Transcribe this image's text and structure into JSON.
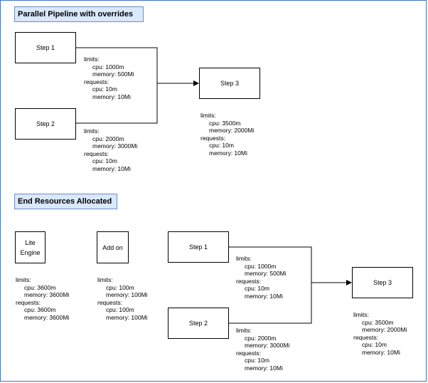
{
  "section1": {
    "title": "Parallel Pipeline with  overrides",
    "step1": "Step 1",
    "step2": "Step 2",
    "step3": "Step 3",
    "res_step1": {
      "limits": "limits:",
      "cpu": "cpu: 1000m",
      "memory": "memory: 500Mi",
      "requests": "requests:",
      "req_cpu": "cpu: 10m",
      "req_memory": "memory: 10Mi"
    },
    "res_step2": {
      "limits": "limits:",
      "cpu": "cpu: 2000m",
      "memory": "memory: 3000Mi",
      "requests": "requests:",
      "req_cpu": "cpu: 10m",
      "req_memory": "memory: 10Mi"
    },
    "res_step3": {
      "limits": "limits:",
      "cpu": "cpu: 3500m",
      "memory": "memory: 2000Mi",
      "requests": "requests:",
      "req_cpu": "cpu: 10m",
      "req_memory": "memory: 10Mi"
    }
  },
  "section2": {
    "title": "End Resources Allocated",
    "lite_engine": "Lite\nEngine",
    "add_on": "Add on",
    "step1": "Step 1",
    "step2": "Step 2",
    "step3": "Step 3",
    "res_lite": {
      "limits": "limits:",
      "cpu": "cpu: 3600m",
      "memory": "memory: 3600Mi",
      "requests": "requests:",
      "req_cpu": "cpu: 3600m",
      "req_memory": "memory: 3600Mi"
    },
    "res_addon": {
      "limits": "limits:",
      "cpu": "cpu: 100m",
      "memory": "memory: 100Mi",
      "requests": "requests:",
      "req_cpu": "cpu: 100m",
      "req_memory": "memory: 100Mi"
    },
    "res_step1": {
      "limits": "limits:",
      "cpu": "cpu: 1000m",
      "memory": "memory: 500Mi",
      "requests": "requests:",
      "req_cpu": "cpu: 10m",
      "req_memory": "memory: 10Mi"
    },
    "res_step2": {
      "limits": "limits:",
      "cpu": "cpu: 2000m",
      "memory": "memory: 3000Mi",
      "requests": "requests:",
      "req_cpu": "cpu: 10m",
      "req_memory": "memory: 10Mi"
    },
    "res_step3": {
      "limits": "limits:",
      "cpu": "cpu: 3500m",
      "memory": "memory: 2000Mi",
      "requests": "requests:",
      "req_cpu": "cpu: 10m",
      "req_memory": "memory: 10Mi"
    }
  }
}
